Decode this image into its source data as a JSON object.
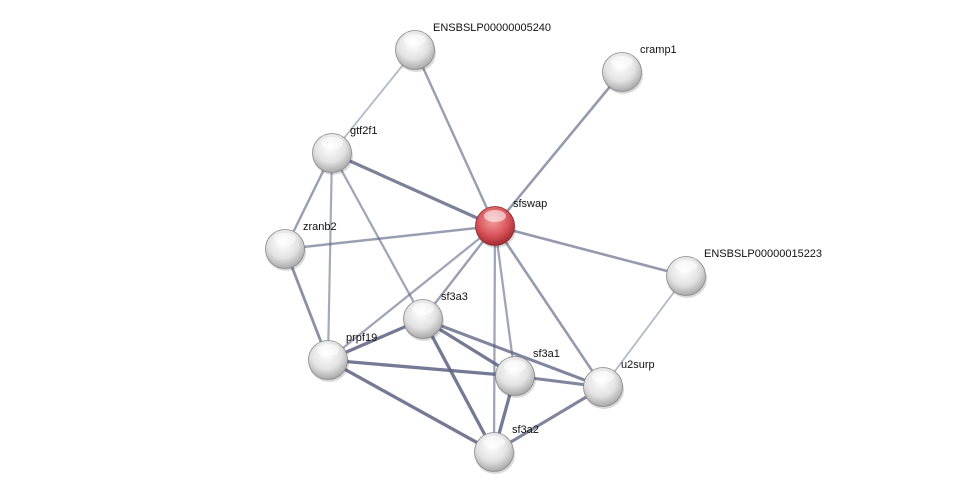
{
  "network": {
    "colors": {
      "query_node": "#d9555c",
      "node": "#e4e4e4",
      "edge": "#5a6180"
    },
    "nodes": [
      {
        "id": "ENSBSLP00000005240",
        "label": "ENSBSLP00000005240",
        "query": false
      },
      {
        "id": "cramp1",
        "label": "cramp1",
        "query": false
      },
      {
        "id": "gtf2f1",
        "label": "gtf2f1",
        "query": false
      },
      {
        "id": "sfswap",
        "label": "sfswap",
        "query": true
      },
      {
        "id": "zranb2",
        "label": "zranb2",
        "query": false
      },
      {
        "id": "ENSBSLP00000015223",
        "label": "ENSBSLP00000015223",
        "query": false
      },
      {
        "id": "sf3a3",
        "label": "sf3a3",
        "query": false
      },
      {
        "id": "prpf19",
        "label": "prpf19",
        "query": false
      },
      {
        "id": "sf3a1",
        "label": "sf3a1",
        "query": false
      },
      {
        "id": "u2surp",
        "label": "u2surp",
        "query": false
      },
      {
        "id": "sf3a2",
        "label": "sf3a2",
        "query": false
      }
    ],
    "edges": [
      [
        "ENSBSLP00000005240",
        "gtf2f1",
        0.3
      ],
      [
        "ENSBSLP00000005240",
        "sfswap",
        0.55
      ],
      [
        "cramp1",
        "sfswap",
        0.6
      ],
      [
        "gtf2f1",
        "sfswap",
        0.85
      ],
      [
        "gtf2f1",
        "zranb2",
        0.55
      ],
      [
        "gtf2f1",
        "prpf19",
        0.45
      ],
      [
        "gtf2f1",
        "sf3a3",
        0.5
      ],
      [
        "zranb2",
        "sfswap",
        0.55
      ],
      [
        "zranb2",
        "prpf19",
        0.7
      ],
      [
        "sfswap",
        "ENSBSLP00000015223",
        0.6
      ],
      [
        "sfswap",
        "sf3a3",
        0.55
      ],
      [
        "sfswap",
        "prpf19",
        0.5
      ],
      [
        "sfswap",
        "sf3a1",
        0.5
      ],
      [
        "sfswap",
        "sf3a2",
        0.5
      ],
      [
        "sfswap",
        "u2surp",
        0.6
      ],
      [
        "ENSBSLP00000015223",
        "u2surp",
        0.3
      ],
      [
        "sf3a3",
        "prpf19",
        0.9
      ],
      [
        "sf3a3",
        "sf3a1",
        0.9
      ],
      [
        "sf3a3",
        "sf3a2",
        0.9
      ],
      [
        "sf3a3",
        "u2surp",
        0.8
      ],
      [
        "prpf19",
        "sf3a1",
        0.9
      ],
      [
        "prpf19",
        "sf3a2",
        0.9
      ],
      [
        "sf3a1",
        "sf3a2",
        0.9
      ],
      [
        "sf3a1",
        "u2surp",
        0.8
      ],
      [
        "sf3a2",
        "u2surp",
        0.8
      ]
    ]
  }
}
